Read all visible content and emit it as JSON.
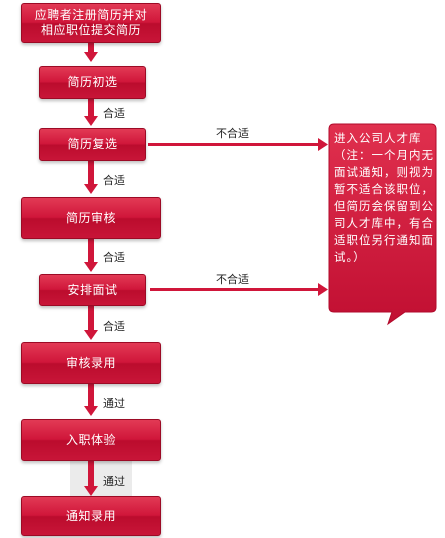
{
  "steps": [
    {
      "label_line1": "应聘者注册简历并对",
      "label_line2": "相应职位提交简历"
    },
    {
      "label": "简历初选"
    },
    {
      "label": "简历复选"
    },
    {
      "label": "简历审核"
    },
    {
      "label": "安排面试"
    },
    {
      "label": "审核录用"
    },
    {
      "label": "入职体验"
    },
    {
      "label": "通知录用"
    }
  ],
  "connectors": {
    "after_initial": "合适",
    "after_second": "合适",
    "after_review": "合适",
    "after_interview": "合适",
    "after_hire_review": "通过",
    "after_trial": "通过"
  },
  "reject": {
    "from_second": "不合适",
    "from_interview": "不合适"
  },
  "talent_pool_note": "进入公司人才库（注：一个月内无面试通知，则视为暂不适合该职位，但简历会保留到公司人才库中，有合适职位另行通知面试。）",
  "colors": {
    "box": "#d0163a",
    "arrow": "#d0163a",
    "note": "#d71a3c"
  }
}
